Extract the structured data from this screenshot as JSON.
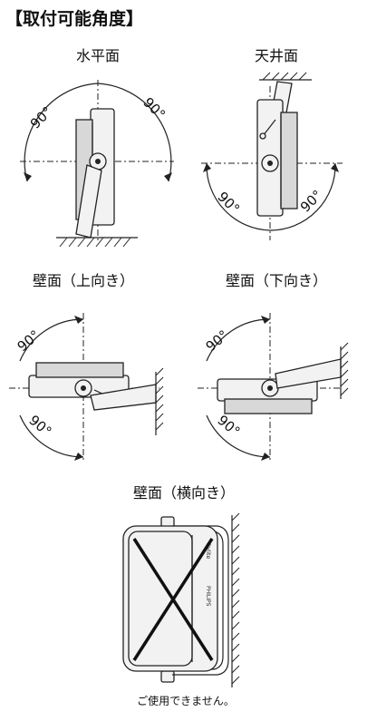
{
  "heading": "【取付可能角度】",
  "labels": {
    "horizontal": "水平面",
    "ceiling": "天井面",
    "wall_up": "壁面（上向き）",
    "wall_down": "壁面（下向き）",
    "wall_side": "壁面（横向き）"
  },
  "angle_text": "90°",
  "note": "ご使用できません。",
  "fixture_text": {
    "brand_top": "Trylite",
    "brand_side": "PHILIPS"
  }
}
